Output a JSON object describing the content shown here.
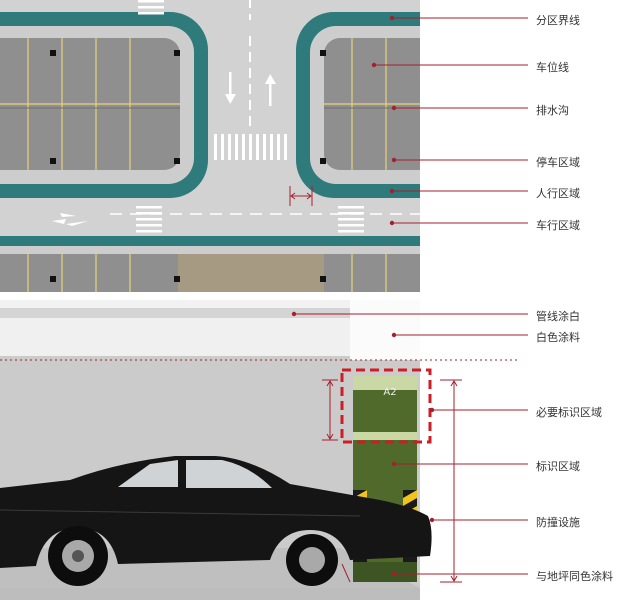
{
  "labels": [
    "分区界线",
    "车位线",
    "排水沟",
    "停车区域",
    "人行区域",
    "车行区域",
    "管线涂白",
    "白色涂料",
    "必要标识区域",
    "标识区域",
    "防撞设施",
    "与地坪同色涂料"
  ],
  "column_code": "A2",
  "colors": {
    "road": "#d2d2d2",
    "parking": "#8f8f8f",
    "curb": "#2f7a7b",
    "stall_line": "#e9d27a",
    "leader": "#a5202d",
    "column": "#4f6a2a",
    "sign_band": "#c9d8a5",
    "car": "#151515"
  }
}
